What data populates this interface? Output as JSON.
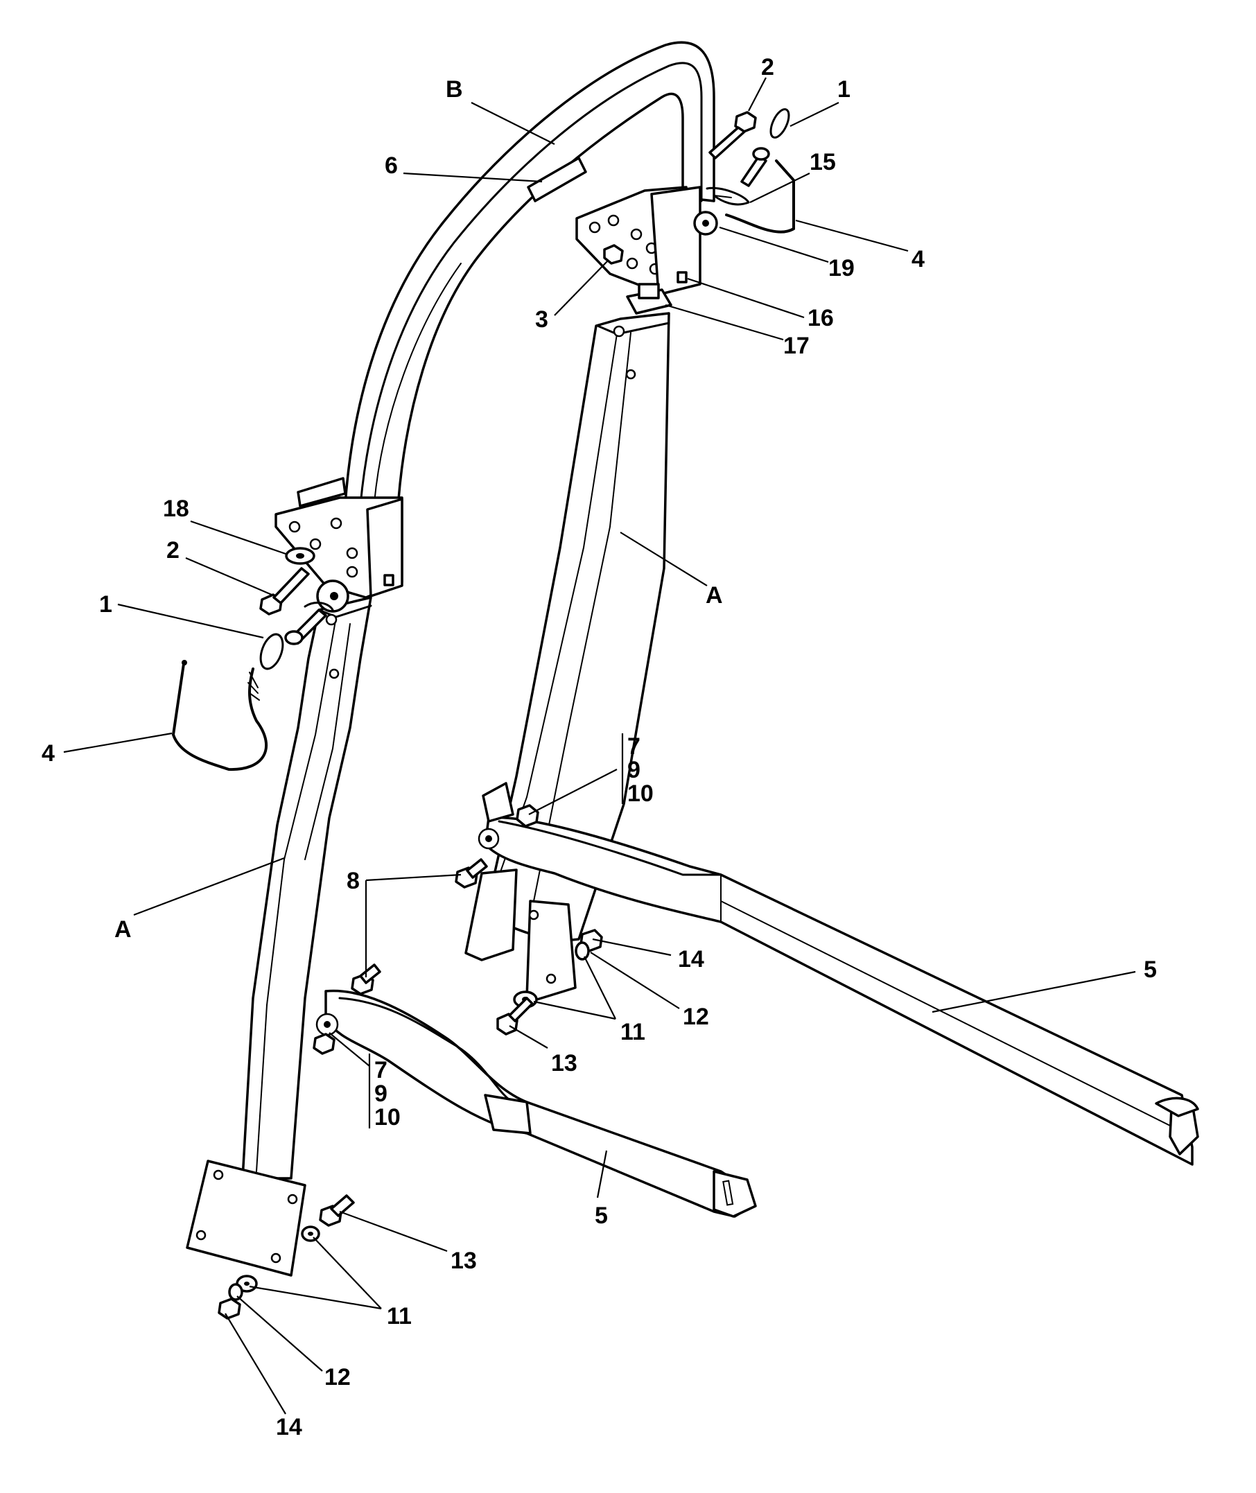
{
  "callouts": {
    "lbl_B": "B",
    "lbl_2_top": "2",
    "lbl_1_top": "1",
    "lbl_6": "6",
    "lbl_15": "15",
    "lbl_19": "19",
    "lbl_4_top": "4",
    "lbl_3": "3",
    "lbl_16": "16",
    "lbl_17": "17",
    "lbl_18": "18",
    "lbl_2_left": "2",
    "lbl_A_right": "A",
    "lbl_1_left": "1",
    "lbl_4_left": "4",
    "lbl_7_upper": "7",
    "lbl_9_upper": "9",
    "lbl_10_upper": "10",
    "lbl_8": "8",
    "lbl_A_left": "A",
    "lbl_14_upper": "14",
    "lbl_5_right": "5",
    "lbl_12_upper": "12",
    "lbl_11_upper": "11",
    "lbl_13_upper": "13",
    "lbl_7_lower": "7",
    "lbl_9_lower": "9",
    "lbl_10_lower": "10",
    "lbl_5_lower": "5",
    "lbl_13_lower": "13",
    "lbl_11_lower": "11",
    "lbl_12_lower": "12",
    "lbl_14_lower": "14"
  }
}
